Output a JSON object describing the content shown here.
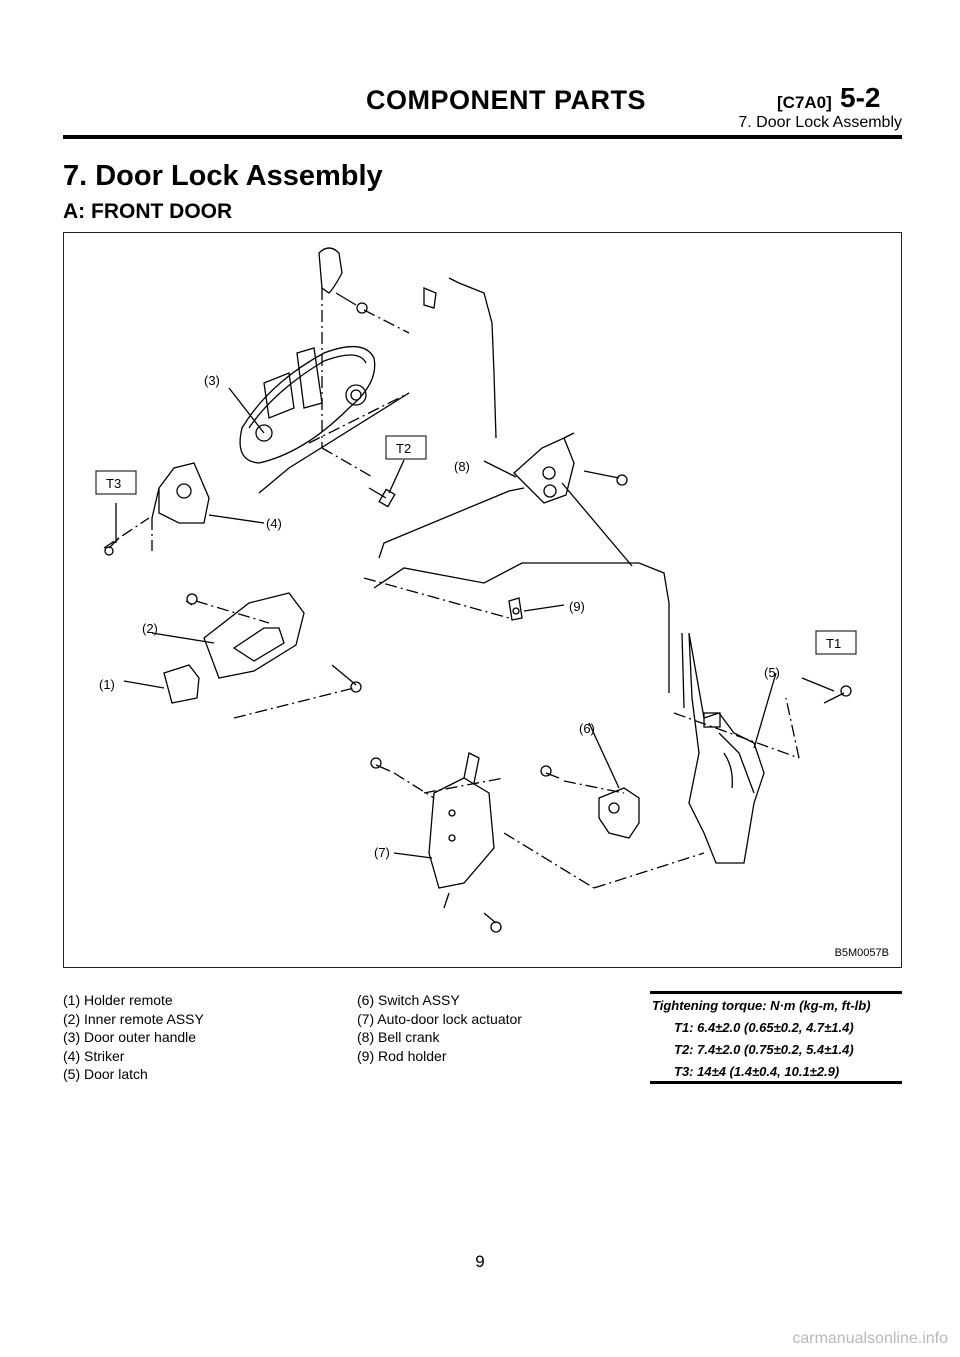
{
  "header": {
    "title": "COMPONENT PARTS",
    "code": "[C7A0]",
    "section_number": "5-2",
    "subtitle": "7. Door Lock Assembly"
  },
  "section_title": "7. Door Lock Assembly",
  "subsection_title": "A: FRONT DOOR",
  "figure": {
    "code": "B5M0057B",
    "callouts": [
      "(1)",
      "(2)",
      "(3)",
      "(4)",
      "(5)",
      "(6)",
      "(7)",
      "(8)",
      "(9)"
    ],
    "torque_tags": [
      "T1",
      "T2",
      "T3"
    ]
  },
  "legend_left": [
    "(1) Holder remote",
    "(2) Inner remote ASSY",
    "(3) Door outer handle",
    "(4) Striker",
    "(5) Door latch"
  ],
  "legend_mid": [
    "(6) Switch ASSY",
    "(7) Auto-door lock actuator",
    "(8) Bell crank",
    "(9) Rod holder"
  ],
  "torque": {
    "title": "Tightening torque: N·m (kg-m, ft-lb)",
    "values": [
      "T1: 6.4±2.0 (0.65±0.2, 4.7±1.4)",
      "T2: 7.4±2.0 (0.75±0.2, 5.4±1.4)",
      "T3: 14±4 (1.4±0.4, 10.1±2.9)"
    ]
  },
  "page_number": "9",
  "watermark": "carmanualsonline.info"
}
